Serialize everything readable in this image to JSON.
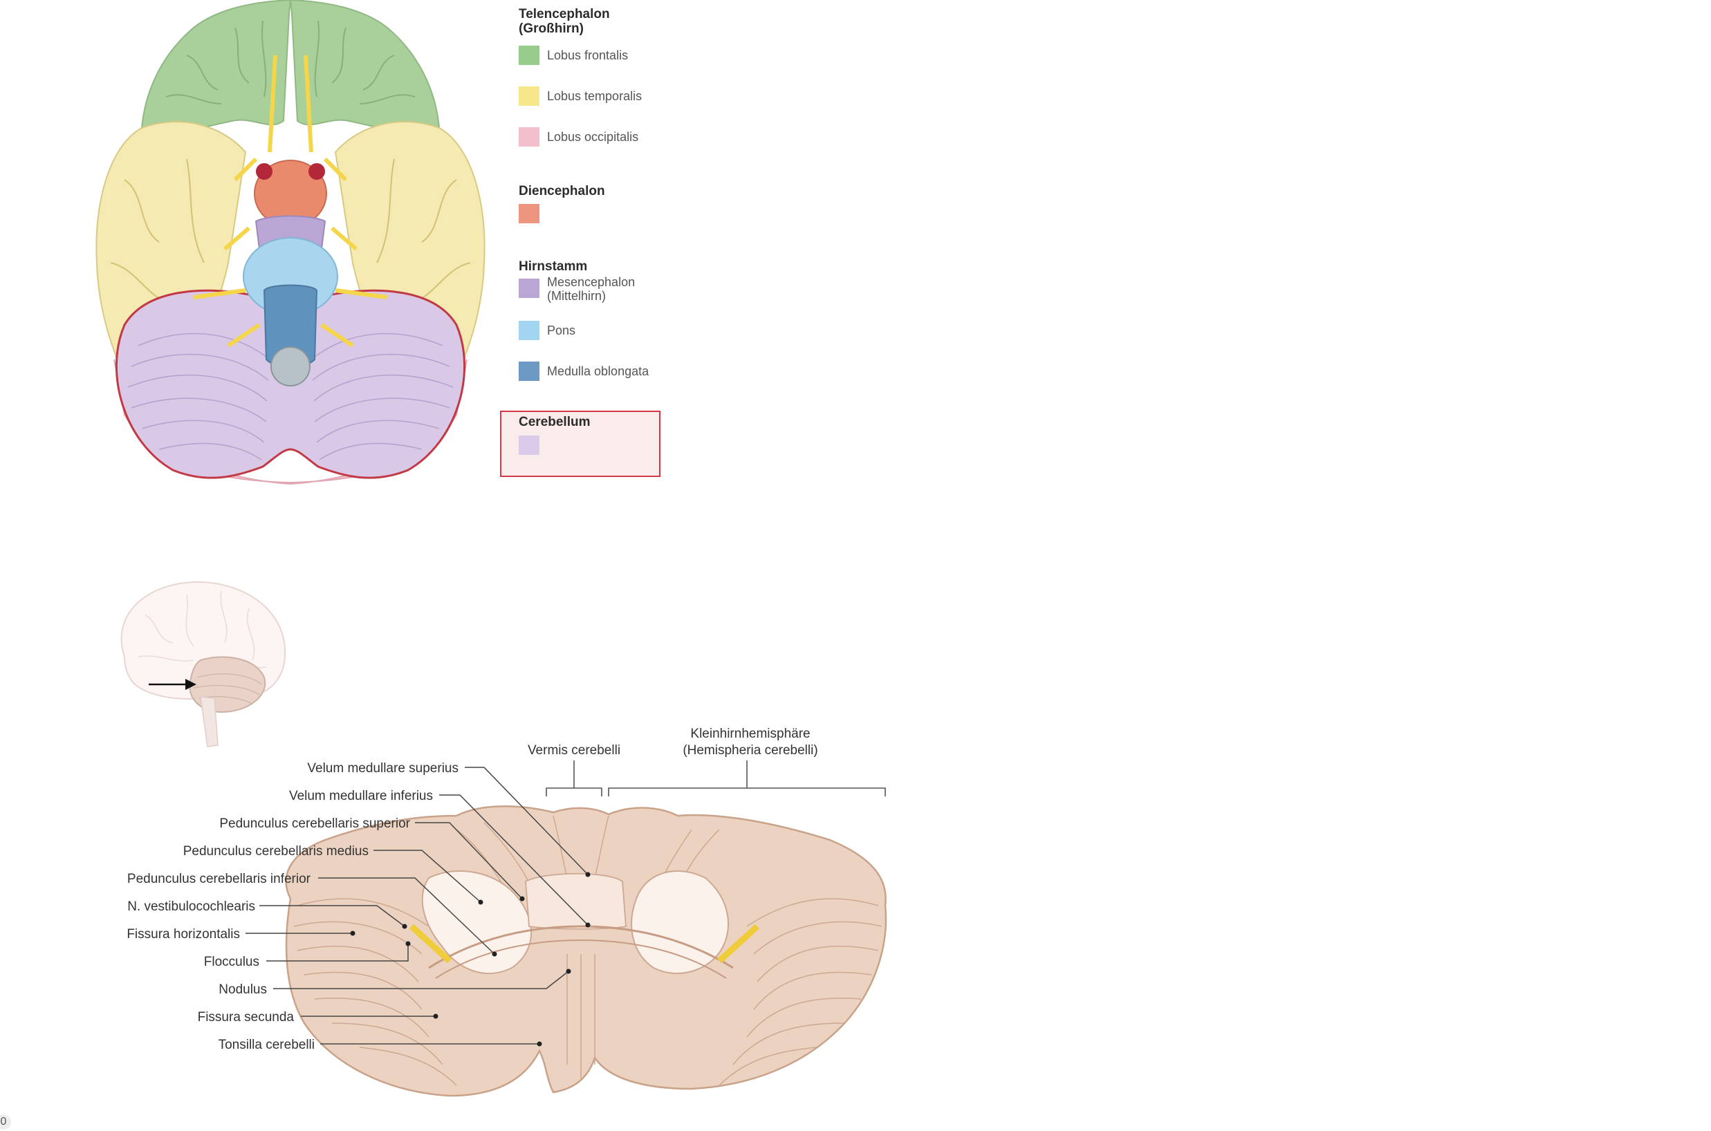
{
  "legend": {
    "groups": [
      {
        "title": "Telencephalon\n(Großhirn)",
        "items": [
          {
            "label": "Lobus frontalis",
            "color": "#98cc8c"
          },
          {
            "label": "Lobus temporalis",
            "color": "#f6e88a"
          },
          {
            "label": "Lobus occipitalis",
            "color": "#f4bfcd"
          }
        ]
      },
      {
        "title": "Diencephalon",
        "items": [
          {
            "label": "",
            "color": "#ee957f"
          }
        ]
      },
      {
        "title": "Hirnstamm",
        "items": [
          {
            "label": "Mesencephalon\n(Mittelhirn)",
            "color": "#b9a6d4"
          },
          {
            "label": "Pons",
            "color": "#a2d6f0"
          },
          {
            "label": "Medulla oblongata",
            "color": "#6c9ac4"
          }
        ]
      },
      {
        "title": "Cerebellum",
        "highlighted": true,
        "items": [
          {
            "label": "",
            "color": "#dccbe8"
          }
        ]
      }
    ]
  },
  "cerebellum_figure": {
    "top_labels": {
      "vermis": "Vermis cerebelli",
      "hemisphere_line1": "Kleinhirnhemisphäre",
      "hemisphere_line2": "(Hemispheria cerebelli)"
    },
    "labels": [
      "Velum medullare superius",
      "Velum medullare inferius",
      "Pedunculus cerebellaris superior",
      "Pedunculus cerebellaris medius",
      "Pedunculus cerebellaris inferior",
      "N. vestibulocochlearis",
      "Fissura horizontalis",
      "Flocculus",
      "Nodulus",
      "Fissura secunda",
      "Tonsilla cerebelli"
    ]
  },
  "colors": {
    "frontal": "#a9cf9b",
    "temporal": "#f5eab1",
    "occipital": "#f3c6cf",
    "cerebellum": "#d9c8e6",
    "pons": "#a9d6ee",
    "medulla": "#5f93bd",
    "diencephalon": "#e98a6c",
    "nerves": "#f5d64a",
    "cerebellum_photo": "#ecd2c0",
    "highlight": "#d43a44"
  },
  "edge_mark": "0"
}
